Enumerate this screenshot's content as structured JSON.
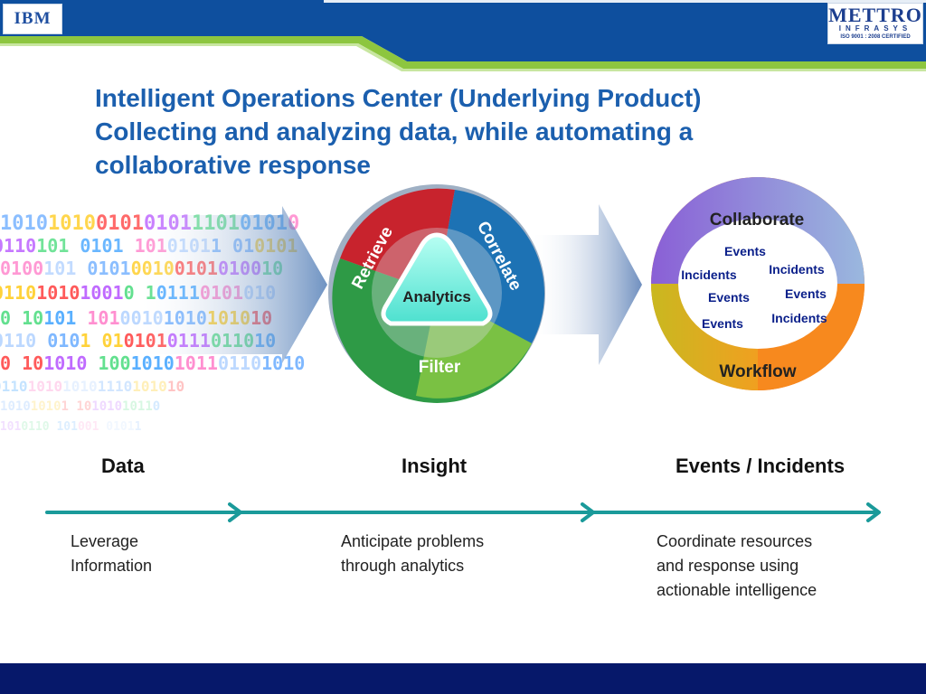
{
  "logos": {
    "ibm": "IBM",
    "metro_name": "METTRO",
    "metro_sub": "INFRASYS",
    "metro_cert": "ISO 9001 : 2008 CERTIFIED"
  },
  "title": {
    "line1": "Intelligent Operations Center (Underlying Product)",
    "line2": "Collecting and analyzing data, while automating a",
    "line3": "collaborative response"
  },
  "analytics_wheel": {
    "center": "Analytics",
    "segments": [
      "Retrieve",
      "Correlate",
      "Filter"
    ]
  },
  "response_wheel": {
    "top": "Collaborate",
    "bottom": "Workflow",
    "items": [
      "Events",
      "Incidents",
      "Incidents",
      "Events",
      "Events",
      "Events",
      "Incidents"
    ]
  },
  "stages": [
    {
      "label": "Data",
      "desc": [
        "Leverage",
        "Information"
      ]
    },
    {
      "label": "Insight",
      "desc": [
        "Anticipate problems",
        "through analytics"
      ]
    },
    {
      "label": "Events / Incidents",
      "desc": [
        "Coordinate resources",
        "and response using",
        "actionable intelligence"
      ]
    }
  ],
  "colors": {
    "header_blue": "#0e4f9e",
    "accent_green": "#8dc63f",
    "title_blue": "#1b5fae",
    "timeline_teal": "#1a9a9a",
    "footer_navy": "#06186a"
  }
}
